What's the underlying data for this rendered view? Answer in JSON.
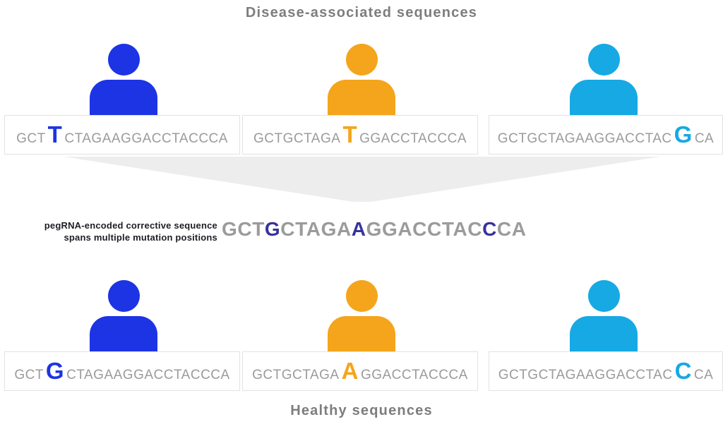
{
  "titles": {
    "top": "Disease-associated sequences",
    "bottom": "Healthy sequences"
  },
  "center": {
    "label_line1": "pegRNA-encoded corrective sequence",
    "label_line2": "spans multiple mutation positions",
    "sequence_segments": [
      {
        "text": "GCT",
        "highlight": false
      },
      {
        "text": "G",
        "highlight": true
      },
      {
        "text": "CTAGA",
        "highlight": false
      },
      {
        "text": "A",
        "highlight": true
      },
      {
        "text": "GGACCTAC",
        "highlight": false
      },
      {
        "text": "C",
        "highlight": true
      },
      {
        "text": "CA",
        "highlight": false
      }
    ]
  },
  "disease_row": {
    "boxes": [
      {
        "person": "blue-person",
        "pre": "GCT",
        "mutation": "T",
        "post": "CTAGAAGGACCTACCCA"
      },
      {
        "person": "orange-person",
        "pre": "GCTGCTAGA",
        "mutation": "T",
        "post": "GGACCTACCCA"
      },
      {
        "person": "cyan-person",
        "pre": "GCTGCTAGAAGGACCTAC",
        "mutation": "G",
        "post": "CA"
      }
    ]
  },
  "healthy_row": {
    "boxes": [
      {
        "person": "blue-person",
        "pre": "GCT",
        "mutation": "G",
        "post": "CTAGAAGGACCTACCCA"
      },
      {
        "person": "orange-person",
        "pre": "GCTGCTAGA",
        "mutation": "A",
        "post": "GGACCTACCCA"
      },
      {
        "person": "cyan-person",
        "pre": "GCTGCTAGAAGGACCTAC",
        "mutation": "C",
        "post": "CA"
      }
    ]
  },
  "colors": {
    "blue": "#1C34E4",
    "orange": "#F4A51C",
    "cyan": "#16A9E4",
    "navy": "#36329E",
    "title_gray": "#7D7D7D",
    "sequence_gray": "#9B9B9B",
    "label_dark": "#1E1D24",
    "funnel_gray": "#EDEDED",
    "box_border": "#E2E2E2"
  }
}
